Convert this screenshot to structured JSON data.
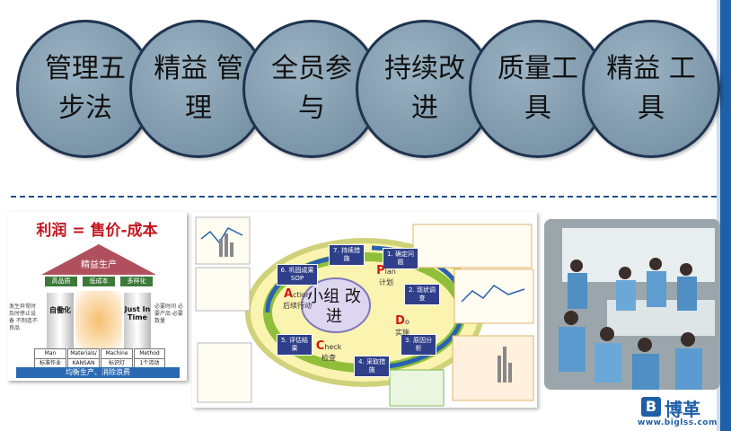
{
  "circles": [
    {
      "label": "管理五步法"
    },
    {
      "label": "精益 管理"
    },
    {
      "label": "全员参与"
    },
    {
      "label": "持续改进"
    },
    {
      "label": "质量工具"
    },
    {
      "label": "精益 工具"
    }
  ],
  "left_panel": {
    "title": "利润 = 售价-成本",
    "roof": "精益生产",
    "tags": [
      "高品质",
      "低成本",
      "多样化"
    ],
    "pillar_left": "自働化",
    "pillar_right": "Just In Time",
    "note_left": "发生异常时 及时停止设备 不制造不良品",
    "note_right": "必要时间 必要产品 必要数量",
    "base_row1": [
      "Man",
      "Materials/物料",
      "Machine",
      "Method"
    ],
    "base_row2": [
      "标准作业",
      "KANSAN",
      "标识灯",
      "1个流动"
    ],
    "footer": "均衡生产、消除浪费"
  },
  "diagram": {
    "center": "小组 改进",
    "steps": [
      {
        "label": "1. 确定问题"
      },
      {
        "label": "2. 现状调查"
      },
      {
        "label": "3. 原因分析"
      },
      {
        "label": "4. 采取措施"
      },
      {
        "label": "5. 评估结果"
      },
      {
        "label": "6. 巩固成果 SOP"
      },
      {
        "label": "7. 持续措施"
      }
    ],
    "pdca": [
      {
        "letter": "P",
        "rest": "lan",
        "cn": "计划"
      },
      {
        "letter": "D",
        "rest": "o",
        "cn": "实施"
      },
      {
        "letter": "C",
        "rest": "heck",
        "cn": "检查"
      },
      {
        "letter": "A",
        "rest": "ction",
        "cn": "后续行动"
      }
    ]
  },
  "logo": {
    "name": "博革",
    "url": "www.biglss.com"
  }
}
